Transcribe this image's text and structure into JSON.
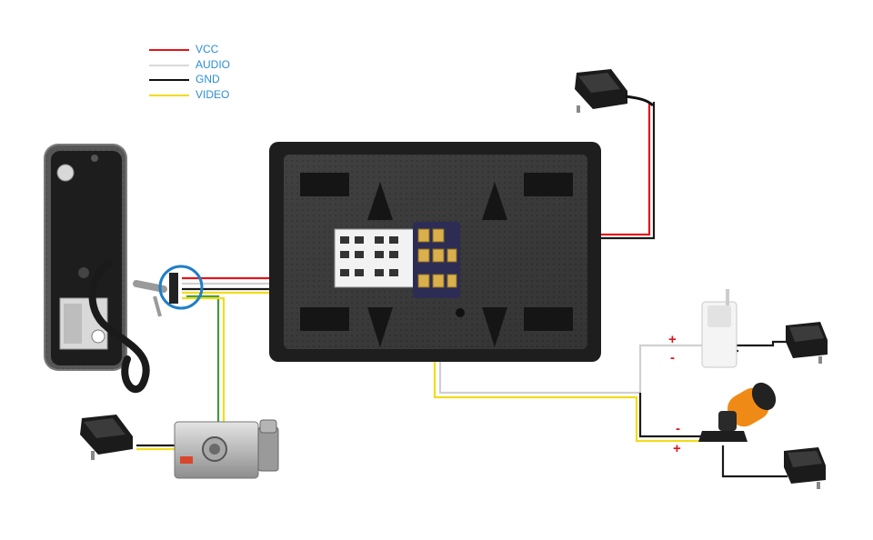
{
  "legend": [
    {
      "label": "VCC",
      "color": "#e3141b"
    },
    {
      "label": "AUDIO",
      "color": "#d9d9d9"
    },
    {
      "label": "GND",
      "color": "#111111"
    },
    {
      "label": "VIDEO",
      "color": "#f2dc1a"
    }
  ],
  "wire_colors": {
    "red": "#e3141b",
    "white": "#d0d0d0",
    "black": "#1a1a1a",
    "yellow": "#f2dc1a",
    "green": "#3f9a3f"
  },
  "devices": [
    {
      "name": "outdoor-camera-unit",
      "icon": "doorbell-camera-icon"
    },
    {
      "name": "indoor-monitor",
      "icon": "monitor-back-icon"
    },
    {
      "name": "power-adapter-monitor",
      "icon": "power-adapter-icon"
    },
    {
      "name": "power-adapter-lock",
      "icon": "power-adapter-icon"
    },
    {
      "name": "power-adapter-sensor",
      "icon": "power-adapter-icon"
    },
    {
      "name": "power-adapter-camera",
      "icon": "power-adapter-icon"
    },
    {
      "name": "electric-lock",
      "icon": "lock-icon"
    },
    {
      "name": "pir-sensor",
      "icon": "motion-sensor-icon"
    },
    {
      "name": "security-camera",
      "icon": "cctv-camera-icon"
    }
  ],
  "polarity": {
    "plus": "+",
    "minus": "-"
  }
}
